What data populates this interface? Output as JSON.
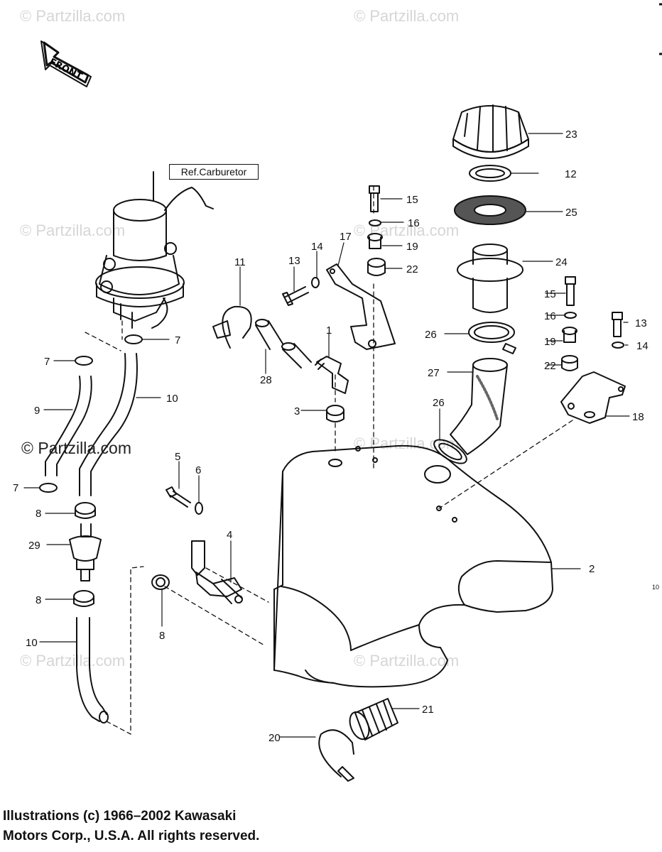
{
  "watermarks": {
    "text": "© Partzilla.com",
    "main": "© Partzilla.com"
  },
  "front_label": "FRONT",
  "ref_label": "Ref.Carburetor",
  "callouts": [
    "1",
    "2",
    "3",
    "4",
    "5",
    "6",
    "7",
    "8",
    "9",
    "10",
    "11",
    "12",
    "13",
    "14",
    "15",
    "16",
    "17",
    "18",
    "19",
    "20",
    "21",
    "22",
    "23",
    "24",
    "25",
    "26",
    "27",
    "28",
    "29"
  ],
  "side_mark": "10",
  "copyright": {
    "line1": "Illustrations (c) 1966–2002 Kawasaki",
    "line2": "Motors Corp., U.S.A.  All rights reserved."
  }
}
